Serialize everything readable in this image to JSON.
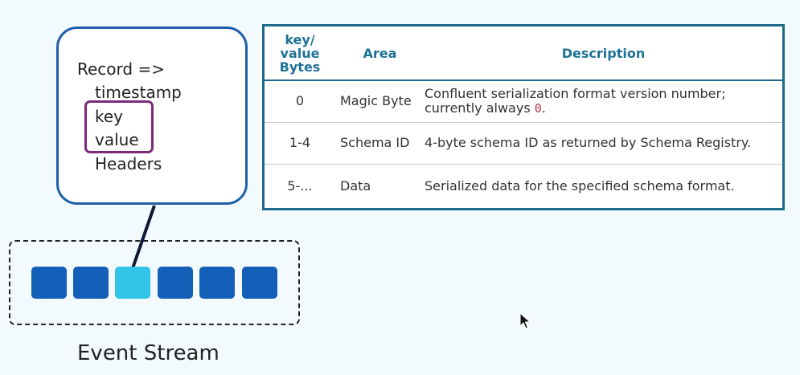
{
  "record": {
    "lines": [
      "Record =>",
      "timestamp",
      "key",
      "value",
      "Headers"
    ]
  },
  "event_stream": {
    "caption": "Event Stream",
    "block_count": 6,
    "selected_block_index": 2,
    "colors": {
      "block": "#1460b8",
      "selected_block": "#31c6e8"
    }
  },
  "format_table": {
    "headers": {
      "bytes": "key/ value Bytes",
      "area": "Area",
      "description": "Description"
    },
    "rows": [
      {
        "bytes": "0",
        "area": "Magic Byte",
        "description_prefix": "Confluent serialization format version number; currently always ",
        "description_code": "0",
        "description_suffix": "."
      },
      {
        "bytes": "1-4",
        "area": "Schema ID",
        "description_prefix": "4-byte schema ID as returned by Schema Registry.",
        "description_code": "",
        "description_suffix": ""
      },
      {
        "bytes": "5-...",
        "area": "Data",
        "description_prefix": "Serialized data for the specified schema format.",
        "description_code": "",
        "description_suffix": ""
      }
    ]
  },
  "colors": {
    "background": "#f3fafe",
    "record_border": "#1e5fa8",
    "highlight_border": "#7b2a7a",
    "table_border": "#1e6a8a",
    "table_header_text": "#1e7296",
    "code_text": "#b0304a"
  }
}
